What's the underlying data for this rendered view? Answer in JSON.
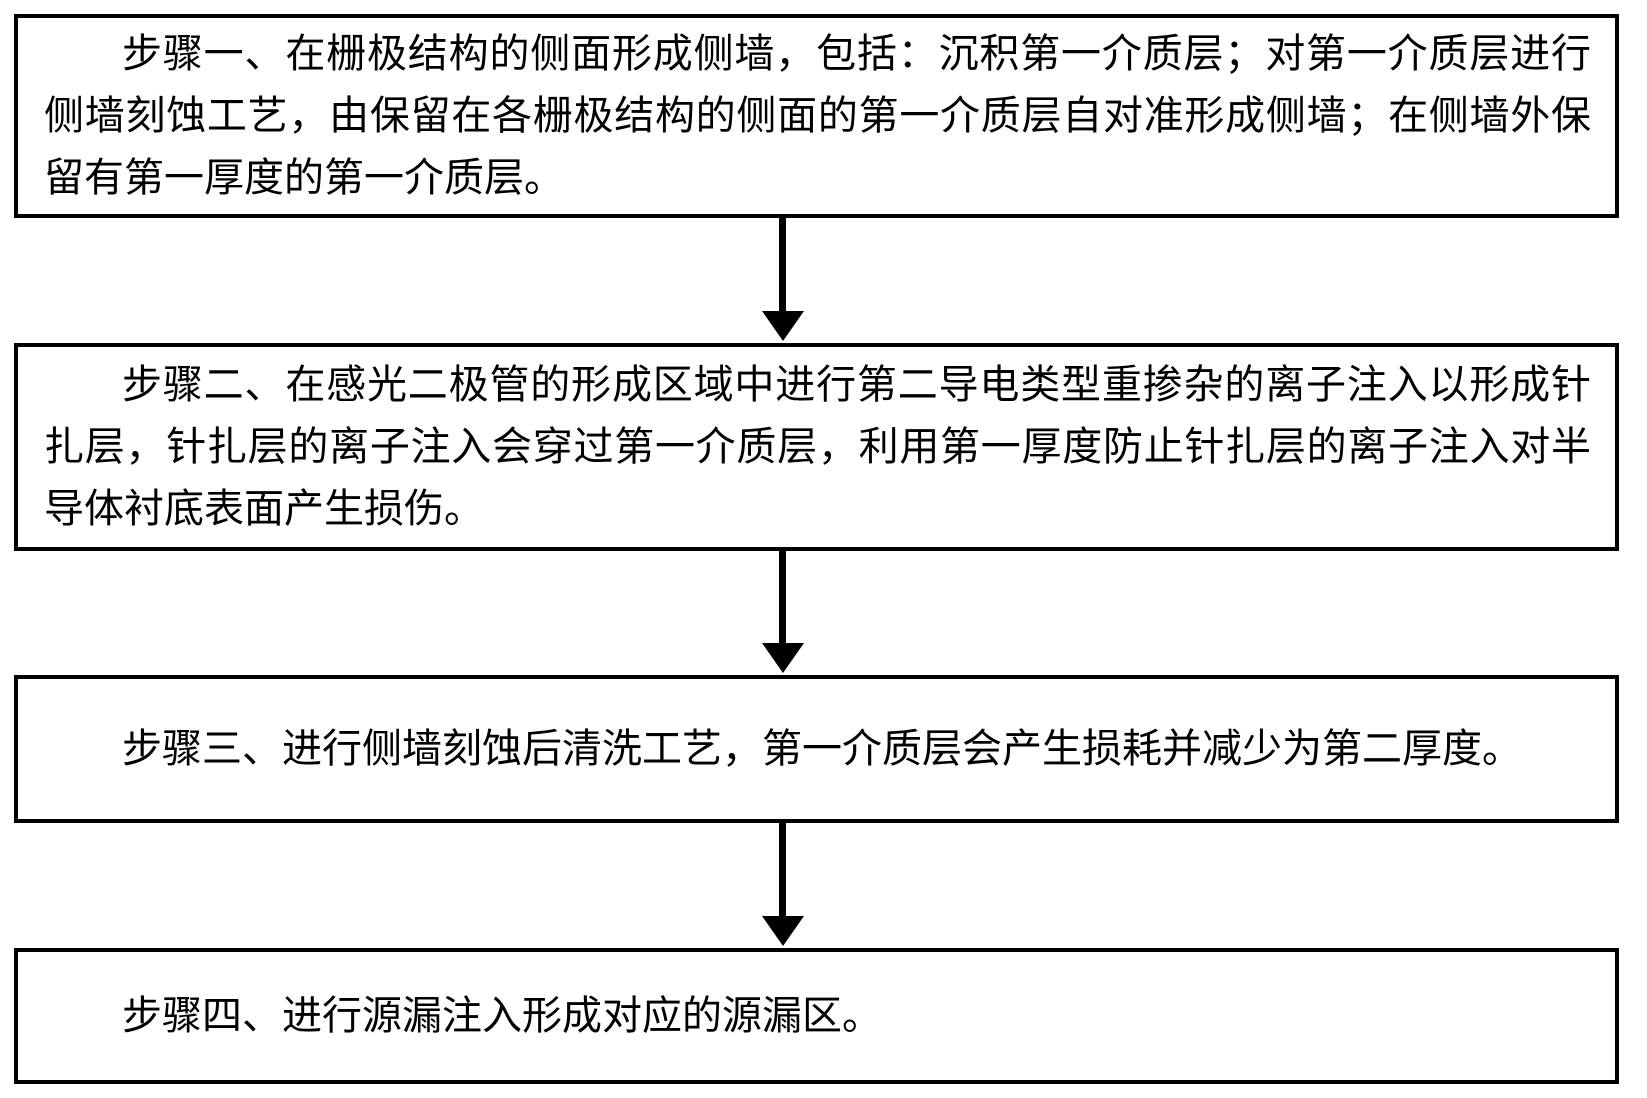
{
  "diagram": {
    "type": "vertical-process-flowchart",
    "orientation": "top-to-bottom",
    "background_color": "#ffffff",
    "line_color": "#000000",
    "text_color": "#000000",
    "step_count": 4,
    "connector_count": 3,
    "steps": [
      {
        "id": "step-1",
        "label": "步骤一、在栅极结构的侧面形成侧墙，包括：沉积第一介质层；对第一介质层进行侧墙刻蚀工艺，由保留在各栅极结构的侧面的第一介质层自对准形成侧墙；在侧墙外保留有第一厚度的第一介质层。"
      },
      {
        "id": "step-2",
        "label": "步骤二、在感光二极管的形成区域中进行第二导电类型重掺杂的离子注入以形成针扎层，针扎层的离子注入会穿过第一介质层，利用第一厚度防止针扎层的离子注入对半导体衬底表面产生损伤。"
      },
      {
        "id": "step-3",
        "label": "步骤三、进行侧墙刻蚀后清洗工艺，第一介质层会产生损耗并减少为第二厚度。"
      },
      {
        "id": "step-4",
        "label": "步骤四、进行源漏注入形成对应的源漏区。"
      }
    ],
    "connectors": [
      {
        "id": "connector-1",
        "from": "step-1",
        "to": "step-2",
        "shape": "down-arrow"
      },
      {
        "id": "connector-2",
        "from": "step-2",
        "to": "step-3",
        "shape": "down-arrow"
      },
      {
        "id": "connector-3",
        "from": "step-3",
        "to": "step-4",
        "shape": "down-arrow"
      }
    ]
  }
}
